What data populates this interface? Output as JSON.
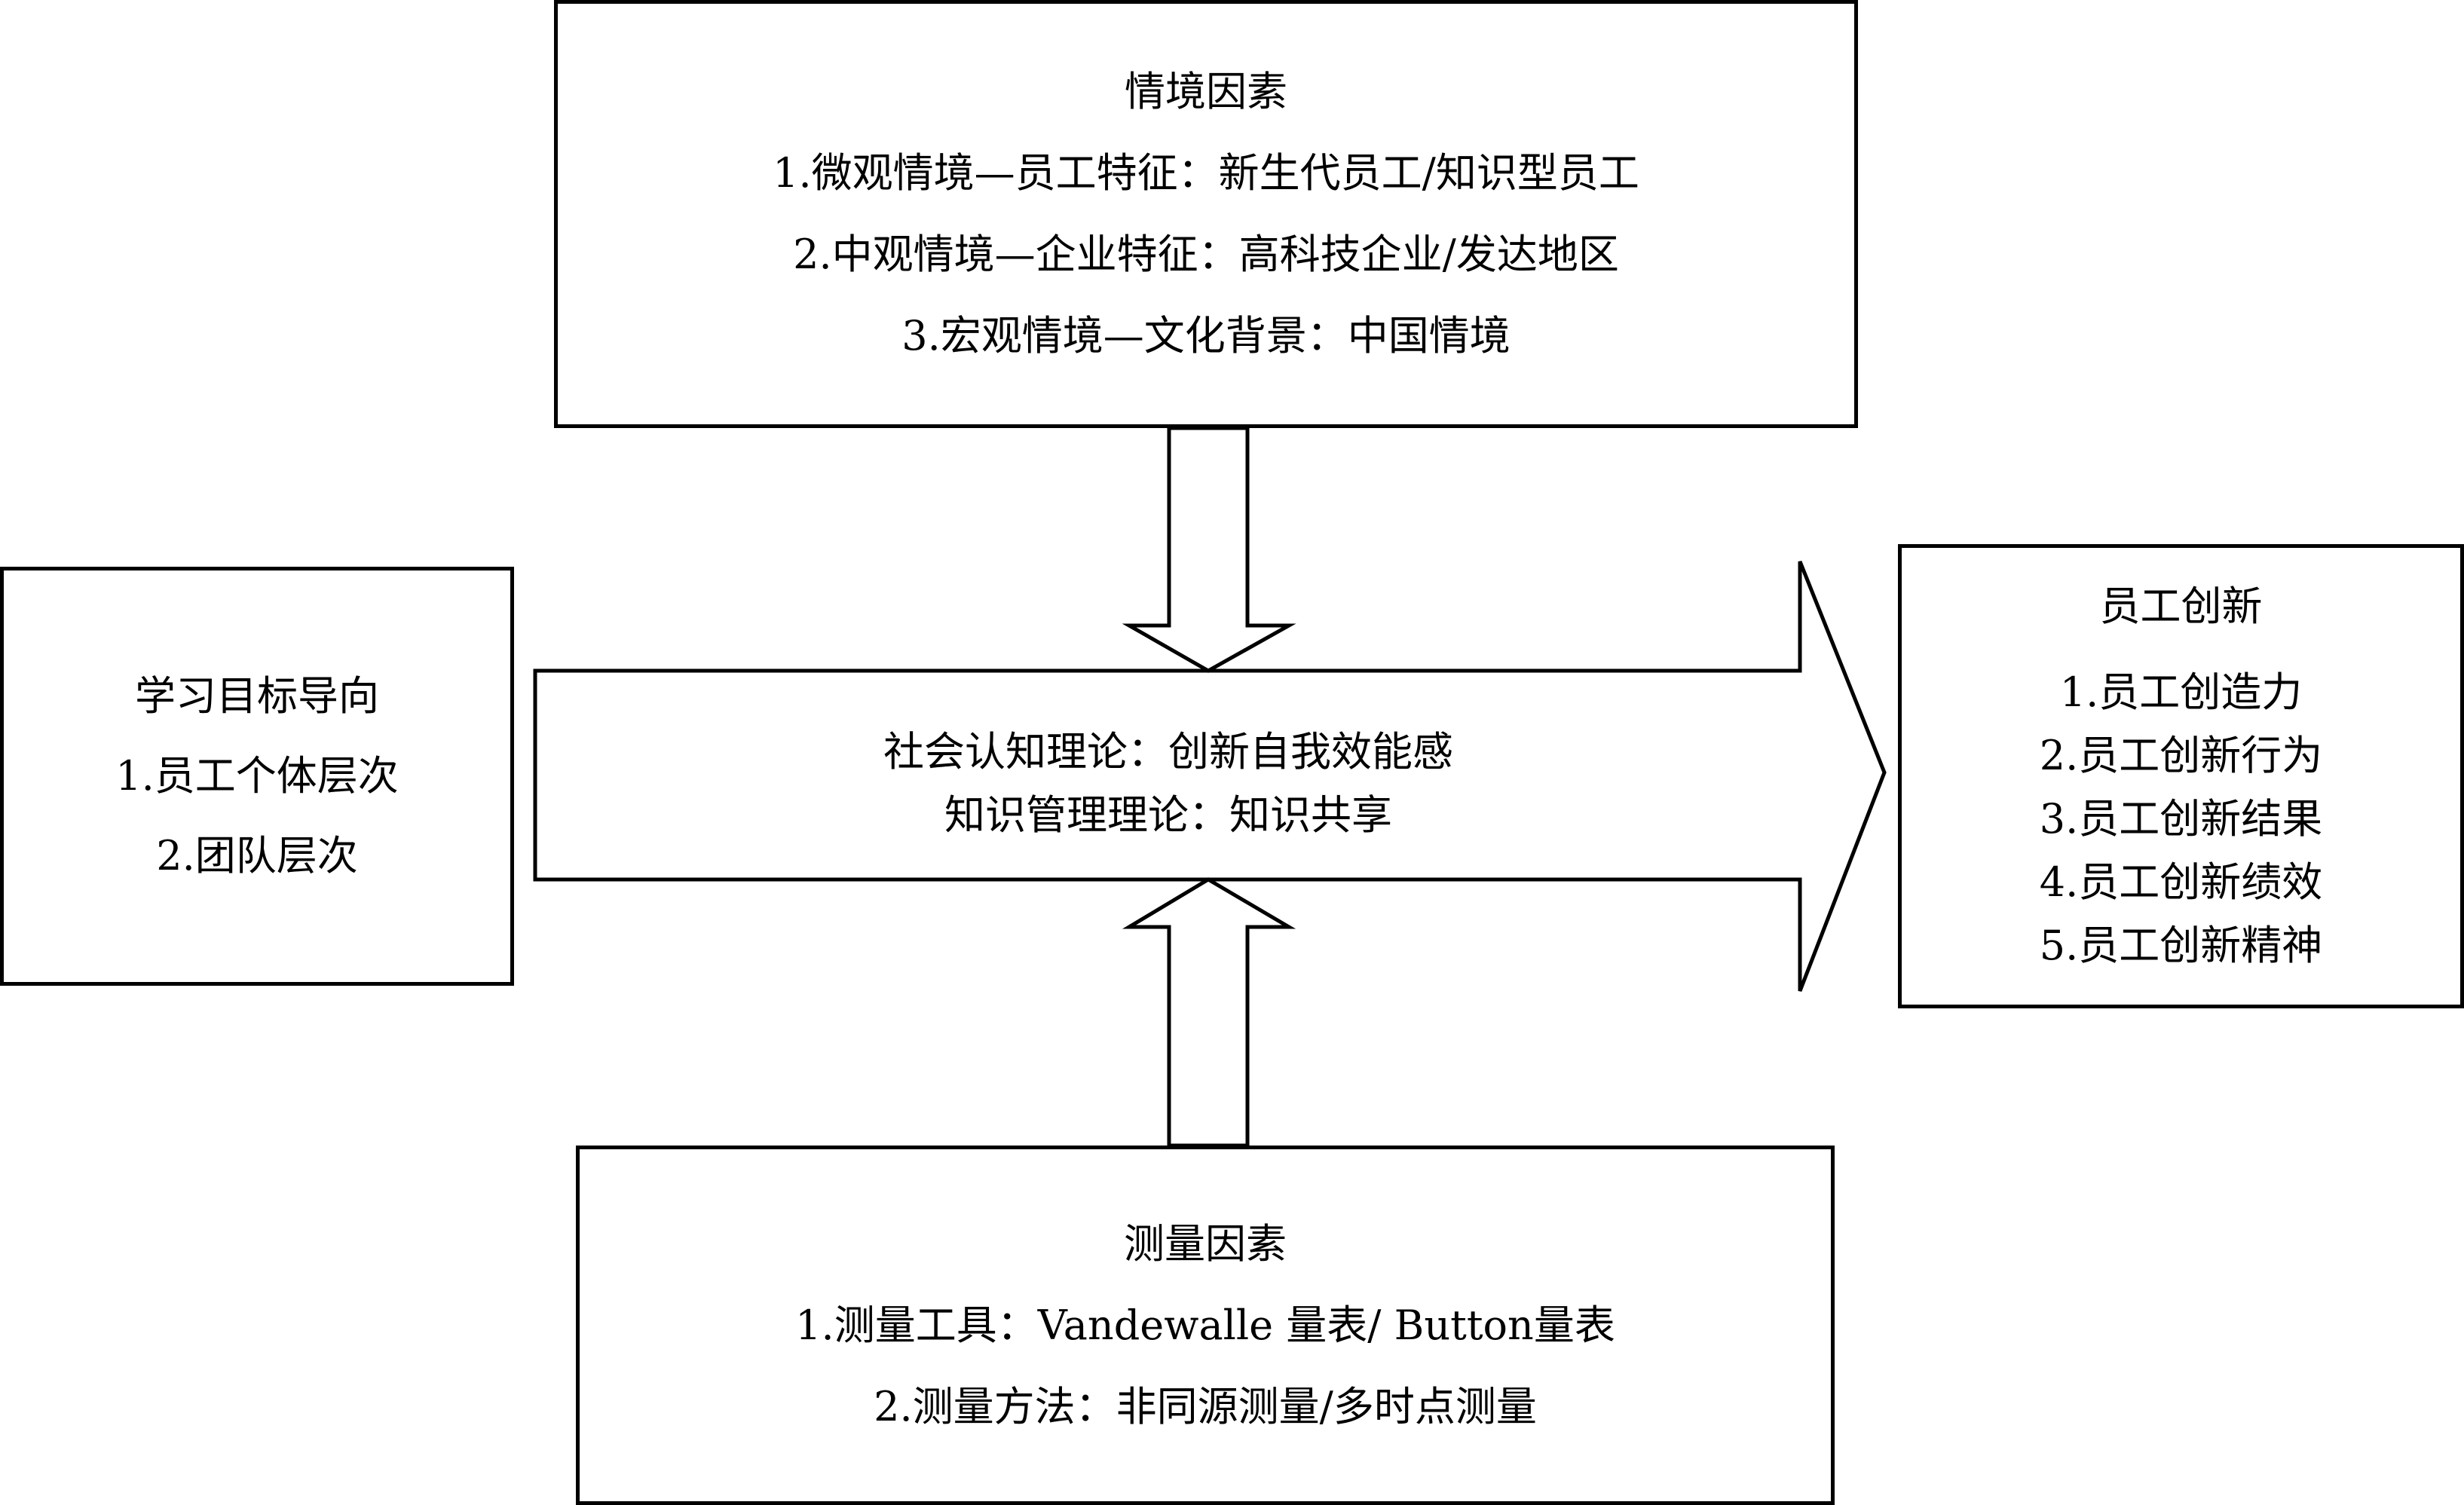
{
  "context_factors": {
    "title": "情境因素",
    "items": [
      "1.微观情境—员工特征：新生代员工/知识型员工",
      "2.中观情境—企业特征：高科技企业/发达地区",
      "3.宏观情境—文化背景：中国情境"
    ]
  },
  "learning_goal": {
    "title": "学习目标导向",
    "items": [
      "1.员工个体层次",
      "2.团队层次"
    ]
  },
  "mechanisms": {
    "items": [
      "社会认知理论：创新自我效能感",
      "知识管理理论：知识共享"
    ]
  },
  "employee_innovation": {
    "title": "员工创新",
    "items": [
      "1.员工创造力",
      "2.员工创新行为",
      "3.员工创新结果",
      "4.员工创新绩效",
      "5.员工创新精神"
    ]
  },
  "measurement_factors": {
    "title": "测量因素",
    "items": [
      "1.测量工具：Vandewalle 量表/ Button量表",
      "2.测量方法：非同源测量/多时点测量"
    ]
  }
}
